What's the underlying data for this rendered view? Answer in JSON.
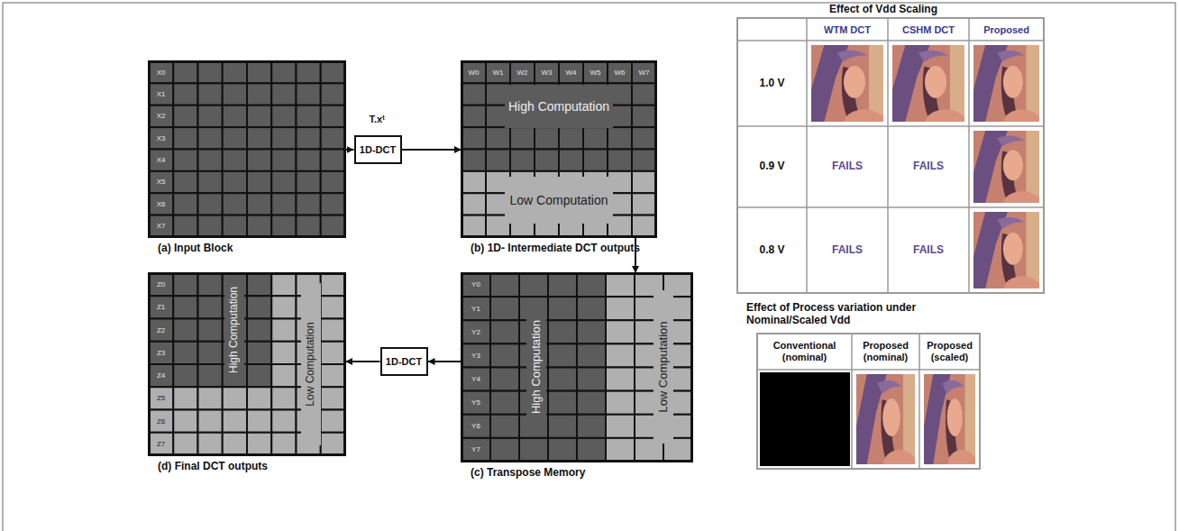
{
  "diagram": {
    "nodes": [
      {
        "text": [
          "(a) Input Block"
        ]
      },
      {
        "text": [
          "1D-DCT"
        ]
      },
      {
        "text": [
          "(b) 1D- Intermediate DCT outputs"
        ]
      },
      {
        "text": [
          "(d) Final DCT outputs"
        ]
      },
      {
        "text": [
          "1D-DCT"
        ]
      },
      {
        "text": [
          "(c) Transpose Memory"
        ]
      }
    ],
    "edges": [
      {
        "from": 0,
        "to": 1,
        "arrow": "to",
        "label": "T.xᵗ"
      },
      {
        "from": 1,
        "to": 2,
        "arrow": "to"
      },
      {
        "from": 2,
        "to": 5,
        "arrow": "to"
      },
      {
        "from": 5,
        "to": 4,
        "arrow": "to"
      },
      {
        "from": 4,
        "to": 3,
        "arrow": "to"
      }
    ],
    "labels": [
      "Effect of Vdd Scaling",
      "WTM DCT",
      "CSHM DCT",
      "Proposed",
      "1.0 V",
      "0.9 V",
      "0.8 V",
      "FAILS",
      "FAILS",
      "FAILS",
      "FAILS",
      "Effect of Process variation under Nominal/Scaled Vdd",
      "Conventional (nominal)",
      "Proposed (nominal)",
      "Proposed (scaled)",
      "High Computation",
      "Low Computation",
      "High Computation",
      "Low Computation",
      "High Computation",
      "Low Computation",
      "X0",
      "X1",
      "X2",
      "X3",
      "X4",
      "X5",
      "X6",
      "X7",
      "W0",
      "W1",
      "W2",
      "W3",
      "W4",
      "W5",
      "W6",
      "W7",
      "Z0",
      "Z1",
      "Z2",
      "Z3",
      "Z4",
      "Z5",
      "Z6",
      "Z7",
      "Y0",
      "Y1",
      "Y2",
      "Y3",
      "Y4",
      "Y5",
      "Y6",
      "Y7"
    ]
  }
}
